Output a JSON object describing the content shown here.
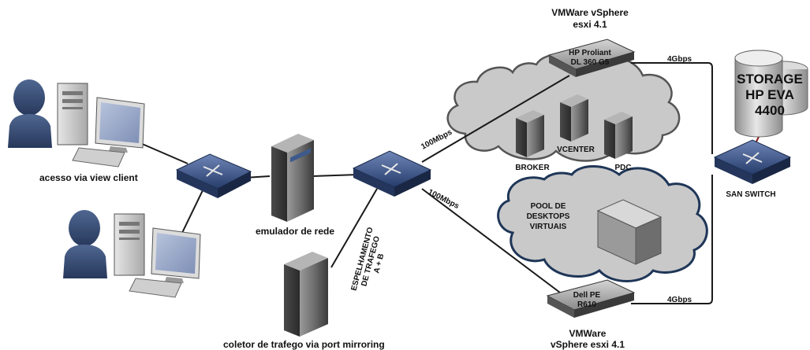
{
  "labels": {
    "view_client": "acesso via view client",
    "emulador": "emulador de rede",
    "coletor": "coletor de trafego via port mirroring",
    "espelhamento": [
      "ESPELHAMENTO",
      "DE TRAFEGO",
      "A + B"
    ],
    "link_100_top": "100Mbps",
    "link_100_bottom": "100Mbps",
    "vsphere_top": [
      "VMWare vSphere",
      "esxi 4.1"
    ],
    "vsphere_bottom": [
      "VMWare",
      "vSphere esxi 4.1"
    ],
    "hp_server": [
      "HP Proliant",
      "DL 360 G5"
    ],
    "dell_server": [
      "Dell PE",
      "R610"
    ],
    "broker": "BROKER",
    "vcenter": "VCENTER",
    "pdc": "PDC",
    "pool": [
      "POOL DE",
      "DESKTOPS",
      "VIRTUAIS"
    ],
    "link_4g_top": "4Gbps",
    "link_4g_bottom": "4Gbps",
    "storage": [
      "STORAGE",
      "HP EVA",
      "4400"
    ],
    "san_switch": "SAN SWITCH"
  }
}
